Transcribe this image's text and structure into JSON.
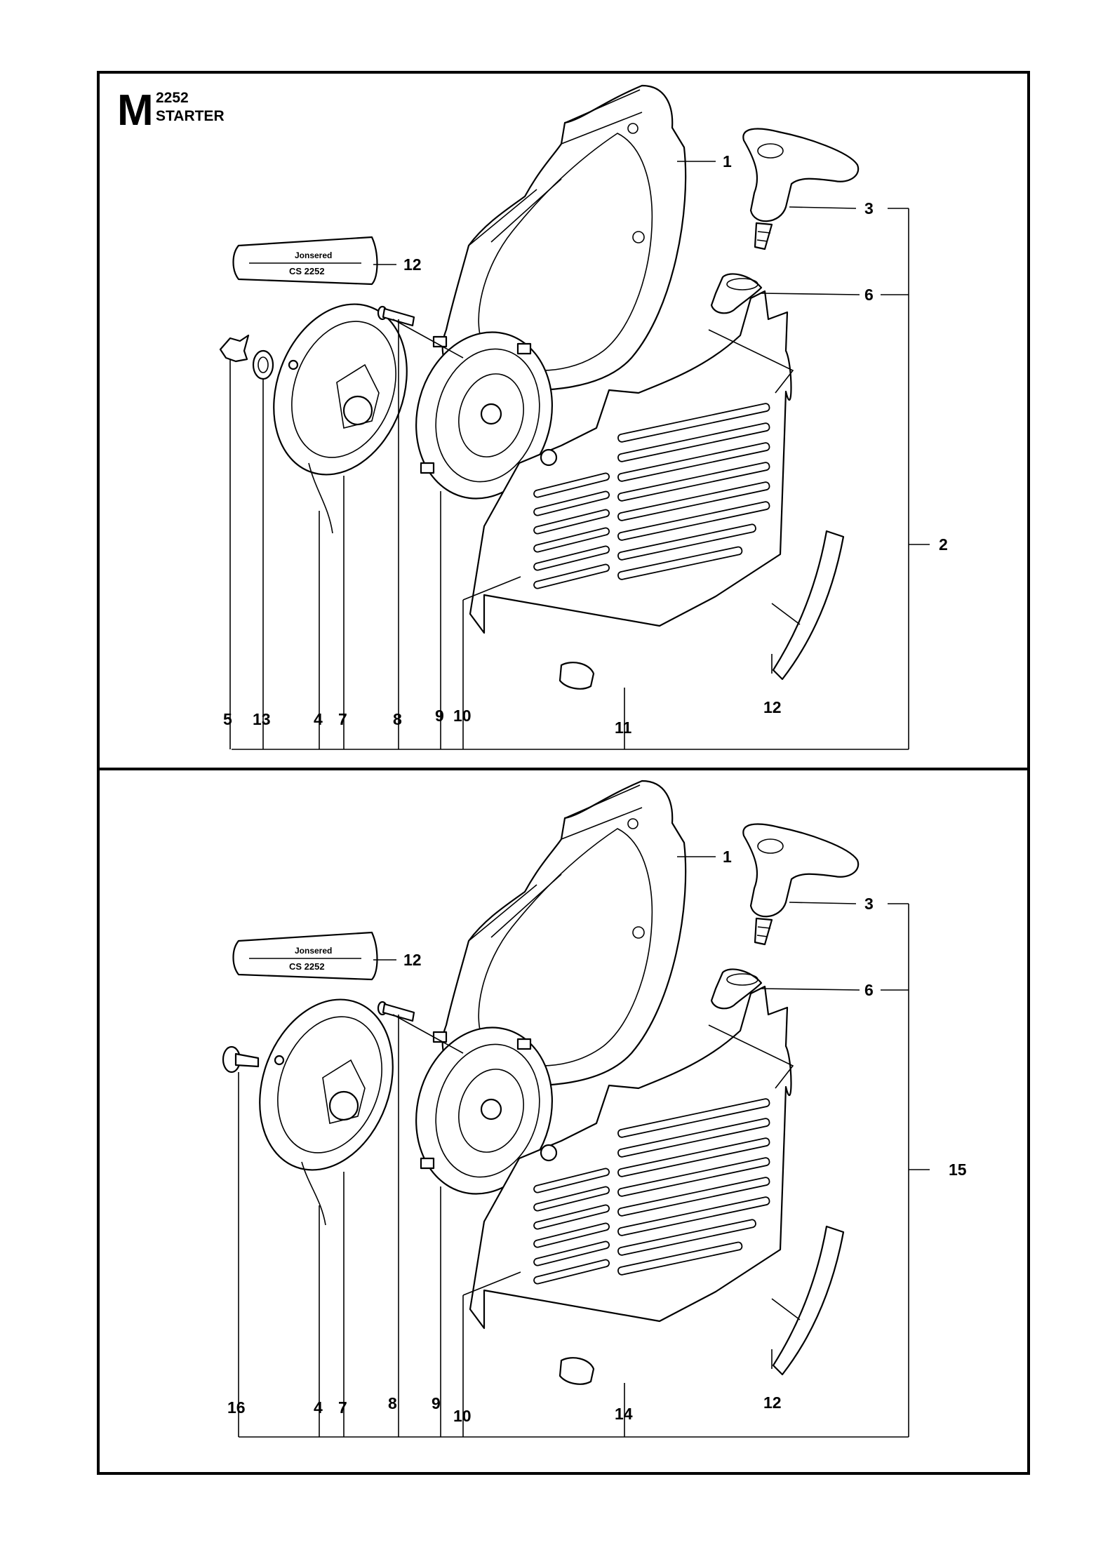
{
  "header": {
    "section_letter": "M",
    "model": "2252",
    "title": "STARTER"
  },
  "decal": {
    "brand": "Jonsered",
    "model": "CS 2252"
  },
  "panels": [
    {
      "labels": {
        "cover": "1",
        "assembly": "2",
        "handle": "3",
        "rope": "4",
        "clip": "5",
        "bushing": "6",
        "spring_cassette": "7",
        "screw": "8",
        "pulley": "9",
        "pawl_boss": "10",
        "housing": "11",
        "decal_top": "12",
        "decal_side": "12",
        "washer": "13"
      }
    },
    {
      "labels": {
        "cover": "1",
        "handle": "3",
        "rope": "4",
        "bushing": "6",
        "spring_cassette": "7",
        "screw": "8",
        "pulley": "9",
        "pawl_boss": "10",
        "decal_top": "12",
        "decal_side": "12",
        "housing": "14",
        "assembly": "15",
        "pin": "16"
      }
    }
  ]
}
